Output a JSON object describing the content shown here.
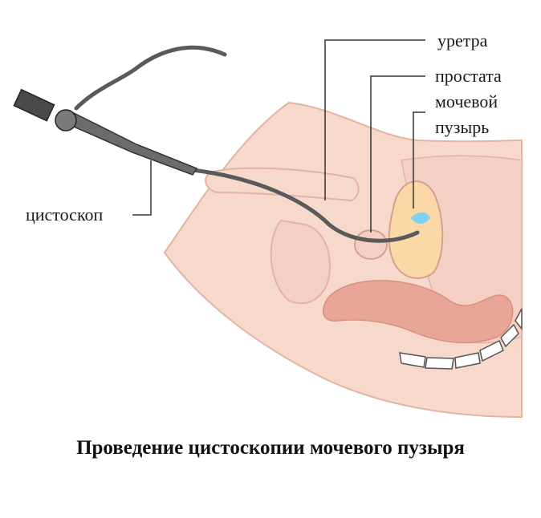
{
  "labels": {
    "urethra": "уретра",
    "prostate": "простата",
    "bladder_line1": "мочевой",
    "bladder_line2": "пузырь",
    "cystoscope": "цистоскоп"
  },
  "caption": "Проведение цистоскопии мочевого пузыря",
  "colors": {
    "skin": "#f7d9cc",
    "skin_outline": "#e3b3a3",
    "organ": "#f3d0c3",
    "bladder": "#fbd8a6",
    "bladder_spots": "#f2b56b",
    "rectum": "#e8a698",
    "fluid": "#7fd3f0",
    "instrument": "#5a5a5a",
    "leader": "#333333"
  },
  "icons": {
    "cystoscope": "cystoscope-icon"
  }
}
